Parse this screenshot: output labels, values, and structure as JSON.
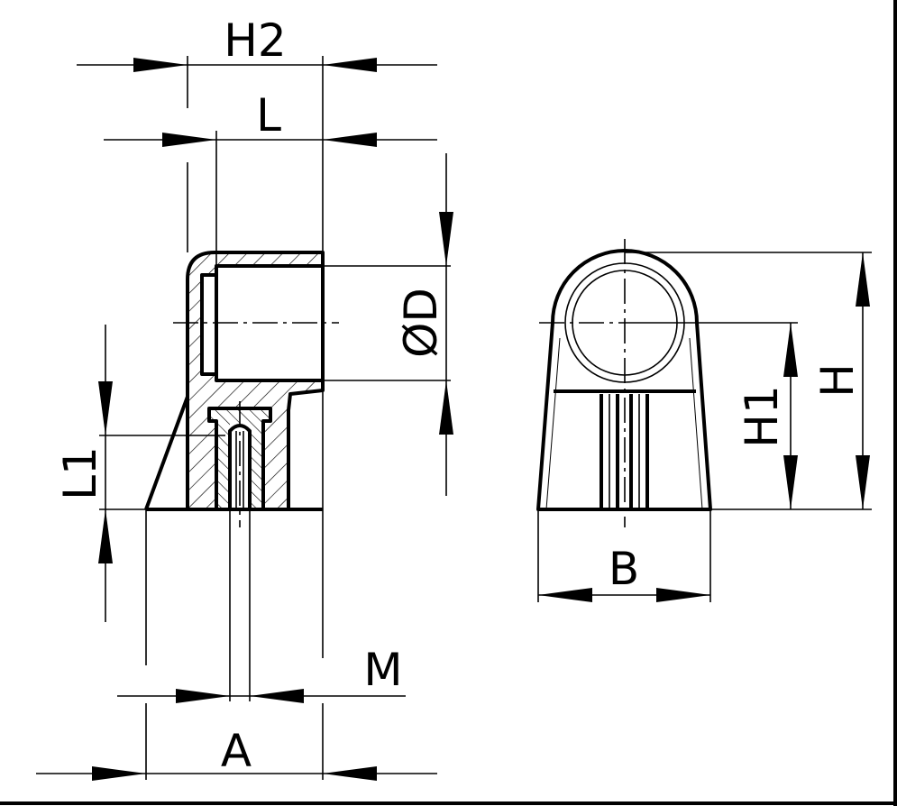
{
  "drawing": {
    "side_view_labels": {
      "h2": "H2",
      "l": "L",
      "d": "ØD",
      "l1": "L1",
      "m": "M",
      "a": "A"
    },
    "front_view_labels": {
      "b": "B",
      "h1": "H1",
      "h": "H"
    },
    "line_color": "#000000",
    "background": "#ffffff"
  }
}
